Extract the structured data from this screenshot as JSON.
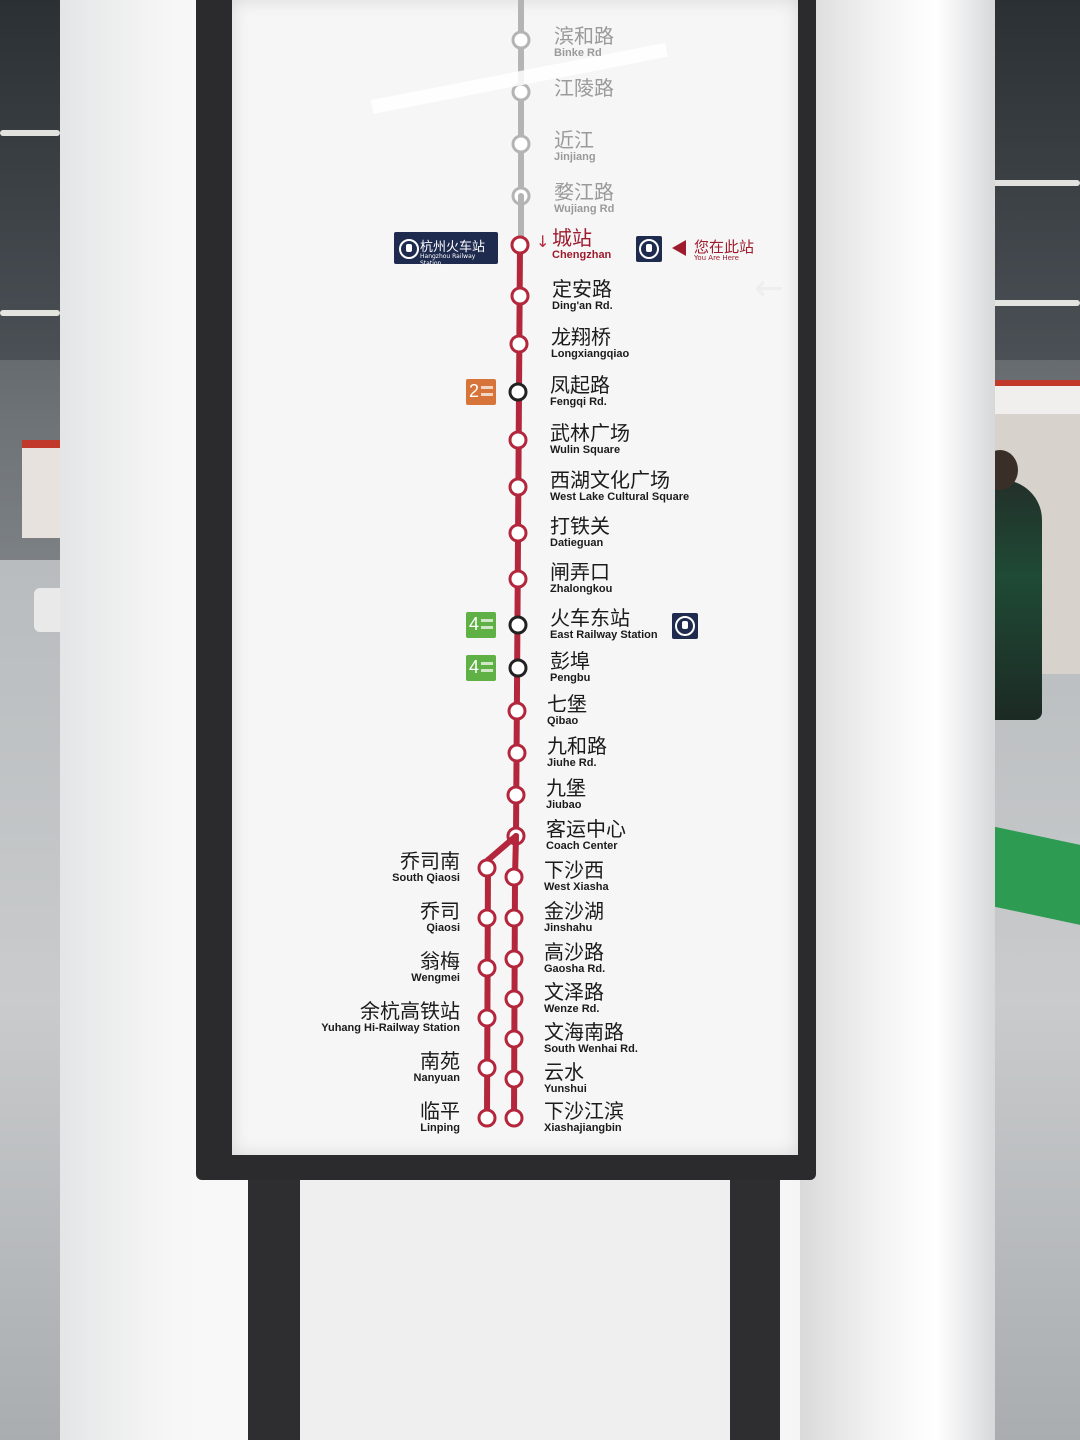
{
  "line": {
    "color": "#b3263c",
    "faded_color": "#b4b4b4",
    "current_station_marker": "↓"
  },
  "faded_stations": [
    {
      "cn": "滨和路",
      "en": "Binke Rd"
    },
    {
      "cn": "江陵路",
      "en": ""
    },
    {
      "cn": "近江",
      "en": "Jinjiang"
    },
    {
      "cn": "婺江路",
      "en": "Wujiang Rd"
    }
  ],
  "main_stations": [
    {
      "cn": "城站",
      "en": "Chengzhan",
      "current": true
    },
    {
      "cn": "定安路",
      "en": "Ding'an Rd."
    },
    {
      "cn": "龙翔桥",
      "en": "Longxiangqiao"
    },
    {
      "cn": "凤起路",
      "en": "Fengqi Rd.",
      "transfer": "2"
    },
    {
      "cn": "武林广场",
      "en": "Wulin Square"
    },
    {
      "cn": "西湖文化广场",
      "en": "West Lake Cultural Square"
    },
    {
      "cn": "打铁关",
      "en": "Datieguan"
    },
    {
      "cn": "闸弄口",
      "en": "Zhalongkou"
    },
    {
      "cn": "火车东站",
      "en": "East Railway Station",
      "transfer": "4",
      "rail": true
    },
    {
      "cn": "彭埠",
      "en": "Pengbu",
      "transfer": "4"
    },
    {
      "cn": "七堡",
      "en": "Qibao"
    },
    {
      "cn": "九和路",
      "en": "Jiuhe Rd."
    },
    {
      "cn": "九堡",
      "en": "Jiubao"
    },
    {
      "cn": "客运中心",
      "en": "Coach Center"
    }
  ],
  "right_branch": [
    {
      "cn": "下沙西",
      "en": "West Xiasha"
    },
    {
      "cn": "金沙湖",
      "en": "Jinshahu"
    },
    {
      "cn": "高沙路",
      "en": "Gaosha Rd."
    },
    {
      "cn": "文泽路",
      "en": "Wenze Rd."
    },
    {
      "cn": "文海南路",
      "en": "South Wenhai Rd."
    },
    {
      "cn": "云水",
      "en": "Yunshui"
    },
    {
      "cn": "下沙江滨",
      "en": "Xiashajiangbin"
    }
  ],
  "left_branch": [
    {
      "cn": "乔司南",
      "en": "South Qiaosi"
    },
    {
      "cn": "乔司",
      "en": "Qiaosi"
    },
    {
      "cn": "翁梅",
      "en": "Wengmei"
    },
    {
      "cn": "余杭高铁站",
      "en": "Yuhang Hi-Railway Station"
    },
    {
      "cn": "南苑",
      "en": "Nanyuan"
    },
    {
      "cn": "临平",
      "en": "Linping"
    }
  ],
  "rail_badge": {
    "cn": "杭州火车站",
    "en": "Hangzhou Railway Station"
  },
  "you_are_here": {
    "cn": "您在此站",
    "en": "You Are Here"
  },
  "transfer_colors": {
    "2": "#d7743a",
    "4": "#5fb045"
  },
  "wall_arrow": "←"
}
